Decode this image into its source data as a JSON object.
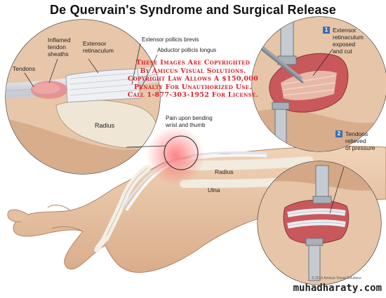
{
  "title": "De Quervain's Syndrome and Surgical Release",
  "left_inset": {
    "tendons": "Tendons",
    "inflamed": "Inflamed\ntendon\nsheaths",
    "extensor_retinaculum": "Extensor\nretinaculum",
    "radius": "Radius"
  },
  "center_labels": {
    "epb": "Extensor pollicis brevis",
    "apl": "Abductor pollicis longus",
    "pain": "Pain upon bending\nwrist and thumb",
    "radius": "Radius",
    "ulna": "Ulna"
  },
  "steps": [
    {
      "num": "1",
      "text": "Extensor\nretinaculum\nexposed\nand cut"
    },
    {
      "num": "2",
      "text": "Tendons\nrelieved\nof pressure"
    }
  ],
  "watermark_lines": [
    "These Images Are Copyrighted",
    "By Amicus Visual Solutions.",
    "Copyright Law Allows A $150,000",
    "Penalty For Unauthorized Use.",
    "Call 1-877-303-1952 For License."
  ],
  "copyright_note": "© 2010 Amicus Visual Solutions",
  "site": "muhadharaty.com",
  "colors": {
    "skin": "#e9c7a8",
    "tendon": "#e4e6ea",
    "inflamed": "#e58a8a",
    "tissue": "#c9585d",
    "badge": "#3b6fb6",
    "watermark": "#d8232a"
  }
}
